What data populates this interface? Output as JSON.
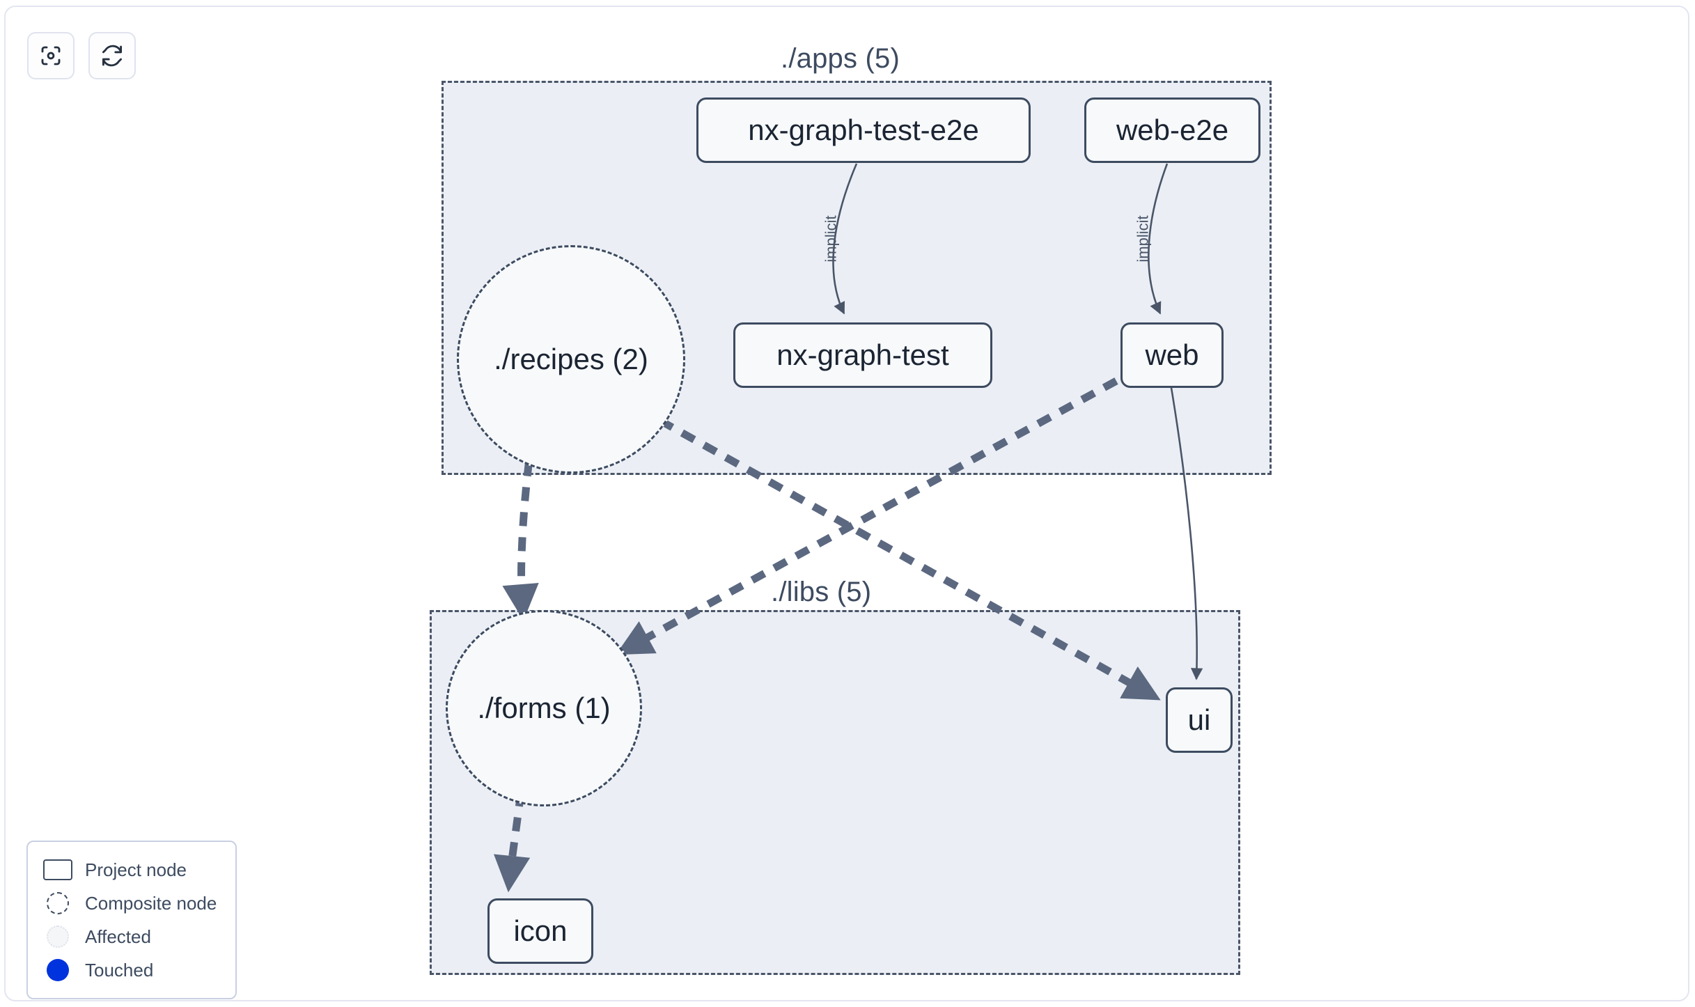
{
  "toolbar": {
    "buttons": [
      {
        "name": "focus-graph-button",
        "icon": "focus-target-icon",
        "label": ""
      },
      {
        "name": "refresh-graph-button",
        "icon": "refresh-sync-icon",
        "label": ""
      }
    ]
  },
  "graph": {
    "groups": [
      {
        "id": "apps",
        "label": "./apps (5)"
      },
      {
        "id": "libs",
        "label": "./libs (5)"
      }
    ],
    "project_nodes": [
      {
        "id": "nx-graph-test-e2e",
        "label": "nx-graph-test-e2e"
      },
      {
        "id": "web-e2e",
        "label": "web-e2e"
      },
      {
        "id": "nx-graph-test",
        "label": "nx-graph-test"
      },
      {
        "id": "web",
        "label": "web"
      },
      {
        "id": "ui",
        "label": "ui"
      },
      {
        "id": "icon",
        "label": "icon"
      }
    ],
    "composite_nodes": [
      {
        "id": "recipes",
        "label": "./recipes (2)"
      },
      {
        "id": "forms",
        "label": "./forms (1)"
      }
    ],
    "edges": [
      {
        "from": "nx-graph-test-e2e",
        "to": "nx-graph-test",
        "label": "implicit",
        "style": "solid"
      },
      {
        "from": "web-e2e",
        "to": "web",
        "label": "implicit",
        "style": "solid"
      },
      {
        "from": "web",
        "to": "ui",
        "label": "",
        "style": "solid"
      },
      {
        "from": "recipes",
        "to": "forms",
        "label": "",
        "style": "dashed"
      },
      {
        "from": "recipes",
        "to": "ui",
        "label": "",
        "style": "dashed"
      },
      {
        "from": "web",
        "to": "forms",
        "label": "",
        "style": "dashed"
      },
      {
        "from": "forms",
        "to": "icon",
        "label": "",
        "style": "dashed"
      }
    ]
  },
  "legend": {
    "items": [
      {
        "swatch": "project-node-swatch",
        "label": "Project node"
      },
      {
        "swatch": "composite-node-swatch",
        "label": "Composite node"
      },
      {
        "swatch": "affected-swatch",
        "label": "Affected"
      },
      {
        "swatch": "touched-swatch",
        "label": "Touched"
      }
    ]
  },
  "colors": {
    "group_fill": "#ebeff5",
    "node_fill": "#f7f9fb",
    "node_border": "#3d4b60",
    "edge": "#4a5568",
    "touched": "#0033dd",
    "panel_border": "#e3e6f0"
  }
}
